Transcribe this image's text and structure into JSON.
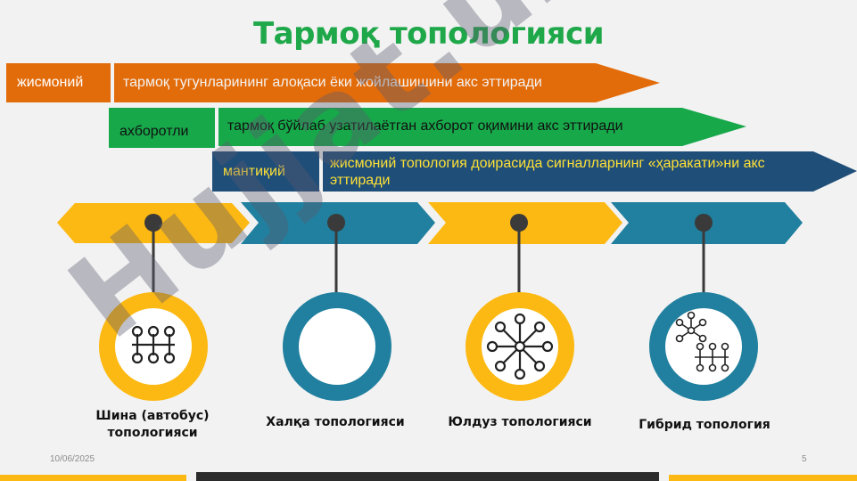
{
  "title": "Тармоқ топологияси",
  "rows": [
    {
      "label": "жисмоний",
      "text": "тармоқ тугунларининг алоқаси ёки жойлашишини акс эттиради"
    },
    {
      "label": "ахборотли",
      "text": "тармоқ бўйлаб узатилаётган ахборот оқимини акс эттиради"
    },
    {
      "label": "мантиқий",
      "text": "жисмоний топология доирасида сигналларнинг «ҳаракати»ни акс эттиради"
    }
  ],
  "topologies": [
    {
      "caption": "Шина (автобус) топологияси",
      "icon": "bus-topology-icon"
    },
    {
      "caption": "Халқа топологияси",
      "icon": "ring-topology-icon"
    },
    {
      "caption": "Юлдуз топологияси",
      "icon": "star-topology-icon"
    },
    {
      "caption": "Гибрид топология",
      "icon": "hybrid-topology-icon"
    }
  ],
  "watermark": "Hujjat.uz",
  "footer": {
    "date": "10/06/2025",
    "page": "5"
  },
  "colors": {
    "title": "#1fa84a",
    "orange": "#e36c0a",
    "green": "#17a84a",
    "navy": "#1f4e79",
    "yellow": "#fdb913",
    "teal": "#21809f",
    "dark": "#3a3a3a"
  }
}
